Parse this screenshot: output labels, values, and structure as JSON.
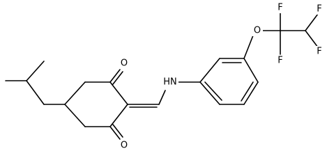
{
  "molecule": {
    "atom_labels": {
      "o_top": "O",
      "o_bottom": "O",
      "nh": "HN",
      "o_ether": "O",
      "f1": "F",
      "f2": "F",
      "f3": "F",
      "f4": "F"
    }
  }
}
